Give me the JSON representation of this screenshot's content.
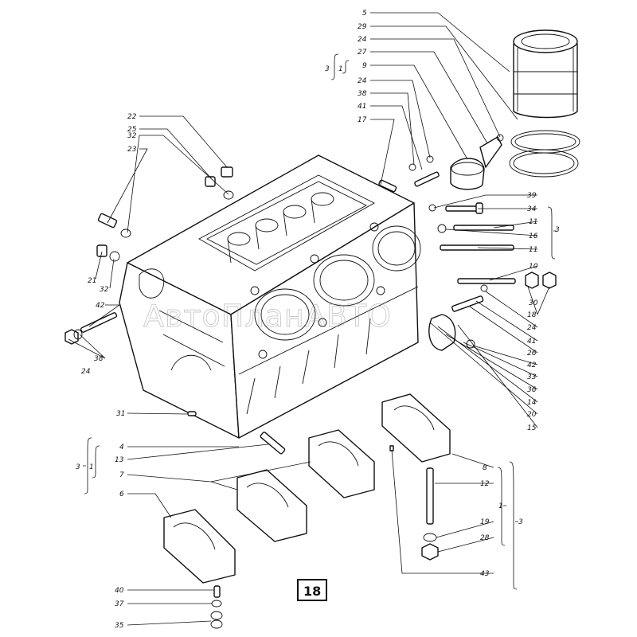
{
  "callouts": {
    "c5": "5",
    "c29": "29",
    "c24a": "24",
    "c27": "27",
    "c9": "9",
    "c24b": "24",
    "c38a": "38",
    "c41a": "41",
    "c17": "17",
    "c22": "22",
    "c25": "25",
    "c32a": "32",
    "c23": "23",
    "c21": "21",
    "c32b": "32",
    "c42a": "42",
    "c38b": "38",
    "c24c": "24",
    "c39": "39",
    "c34": "34",
    "c11a": "11",
    "c16": "16",
    "c11b": "11",
    "c10": "10",
    "c30": "30",
    "c18": "18",
    "c24d": "24",
    "c41b": "41",
    "c26": "26",
    "c42b": "42",
    "c33": "33",
    "c36": "36",
    "c14": "14",
    "c20": "20",
    "c15": "15",
    "c31": "31",
    "c4": "4",
    "c13": "13",
    "c7": "7",
    "c6": "6",
    "c8": "8",
    "c12": "12",
    "c19": "19",
    "c28": "28",
    "c43": "43",
    "c40": "40",
    "c37": "37",
    "c35": "35"
  },
  "groups": {
    "g3_top": "3",
    "g1_top": "1",
    "g3_left": "3",
    "g1_left": "1",
    "g3_right": "3",
    "g1_right": "1",
    "g3_mid": "3"
  },
  "plate_number": "18",
  "watermark": "АвтоПланАВТО"
}
